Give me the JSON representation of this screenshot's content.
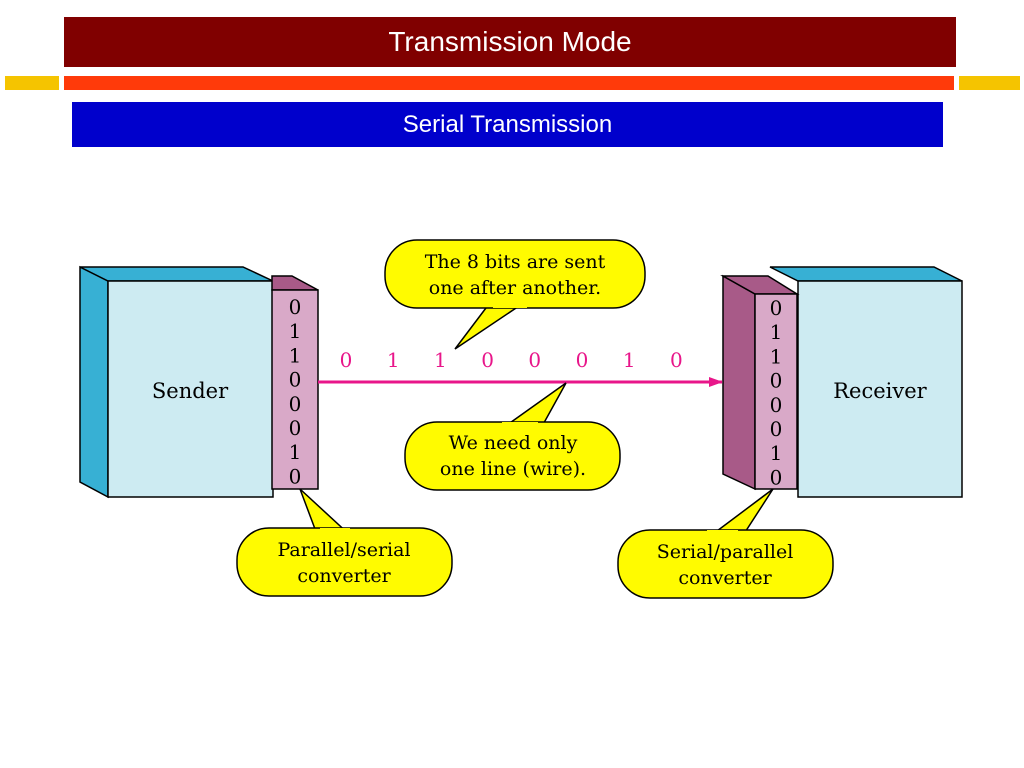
{
  "slide": {
    "title": "Transmission Mode",
    "subtitle": "Serial Transmission"
  },
  "diagram": {
    "sender_label": "Sender",
    "receiver_label": "Receiver",
    "sender_bits": [
      "0",
      "1",
      "1",
      "0",
      "0",
      "0",
      "1",
      "0"
    ],
    "receiver_bits": [
      "0",
      "1",
      "1",
      "0",
      "0",
      "0",
      "1",
      "0"
    ],
    "line_bits": [
      "0",
      "1",
      "1",
      "0",
      "0",
      "0",
      "1",
      "0"
    ],
    "callout_top": [
      "The 8 bits are sent",
      "one after another."
    ],
    "callout_wire": [
      "We need only",
      "one line (wire)."
    ],
    "callout_left": [
      "Parallel/serial",
      "converter"
    ],
    "callout_right": [
      "Serial/parallel",
      "converter"
    ]
  },
  "colors": {
    "title_bg": "#800000",
    "subtitle_bg": "#0000cc",
    "accent_orange": "#ff3a0a",
    "accent_yellow": "#f5c400",
    "box_front": "#cdebf2",
    "box_side": "#37b0d4",
    "converter_front": "#d9a9c8",
    "converter_side": "#a85a88",
    "wire": "#e8168a",
    "callout_fill": "#fffb00"
  }
}
